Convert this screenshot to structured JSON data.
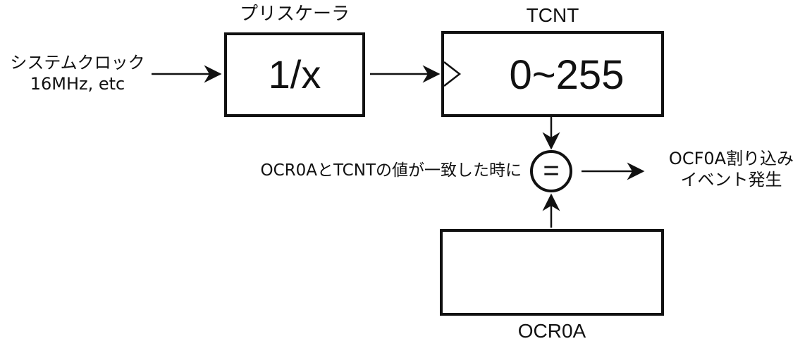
{
  "diagram": {
    "source": {
      "line1": "システムクロック",
      "line2": "16MHz, etc"
    },
    "prescaler": {
      "title": "プリスケーラ",
      "content": "1/x"
    },
    "tcnt": {
      "title": "TCNT",
      "content": "0~255"
    },
    "comparator": {
      "symbol": "=",
      "condition": "OCR0AとTCNTの値が一致した時に"
    },
    "output": {
      "line1": "OCF0A割り込み",
      "line2": "イベント発生"
    },
    "ocr0a": {
      "label": "OCR0A"
    }
  }
}
